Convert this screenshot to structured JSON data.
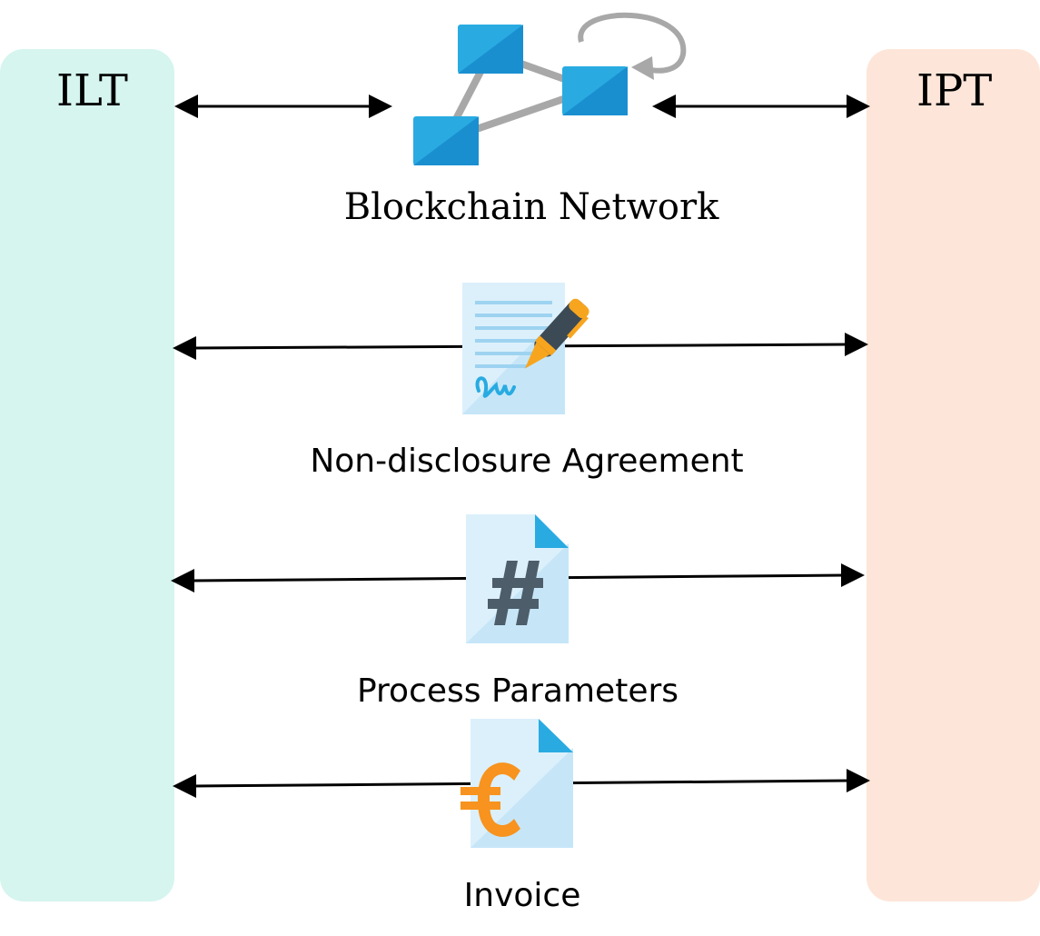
{
  "parties": {
    "left": {
      "label": "ILT",
      "color": "#d5f5ee"
    },
    "right": {
      "label": "IPT",
      "color": "#fde6d9"
    }
  },
  "flows": [
    {
      "label": "Blockchain Network",
      "icon": "blockchain-network-icon"
    },
    {
      "label": "Non-disclosure Agreement",
      "icon": "signed-contract-icon"
    },
    {
      "label": "Process Parameters",
      "icon": "hash-document-icon"
    },
    {
      "label": "Invoice",
      "icon": "euro-document-icon"
    }
  ],
  "colors": {
    "node_blue": "#29abe2",
    "doc_light": "#dcf0fb",
    "doc_fold": "#29abe2",
    "euro_orange": "#f7931e",
    "hash_gray": "#4d5d6a",
    "arrow": "#000000",
    "link_gray": "#a8a8a8"
  }
}
